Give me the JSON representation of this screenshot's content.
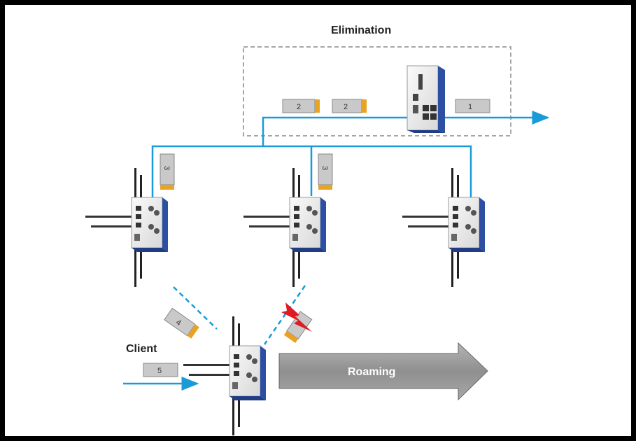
{
  "diagram": {
    "elimination_label": "Elimination",
    "client_label": "Client",
    "roaming_label": "Roaming",
    "packets": {
      "top_left": "2",
      "top_right": "2",
      "switch_out": "1",
      "ap_left": "3",
      "ap_middle": "3",
      "wireless_left": "4",
      "client_in": "5"
    },
    "colors": {
      "link": "#1a9bd7",
      "packet_fill": "#c9c9c9",
      "packet_tab": "#e8a323",
      "device_blue": "#2c4fa3",
      "arrow_fill": "#9a9a9a",
      "lightning": "#e21b23"
    }
  }
}
